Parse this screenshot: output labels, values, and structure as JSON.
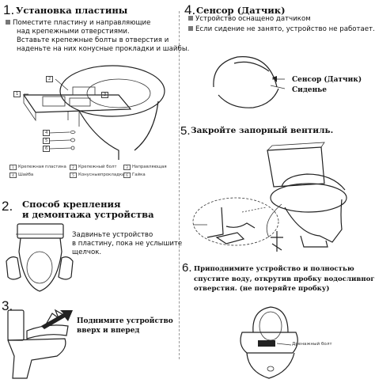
{
  "step1": {
    "number": "1.",
    "title": "Установка пластины",
    "text": [
      "Поместите пластину и направляющие",
      "над крепежными отверстиями.",
      "Вставьте крепежные болты в отверстия и",
      "наденьте на них конусные прокладки и шайбы."
    ],
    "callouts": [
      "1",
      "2",
      "3",
      "4",
      "5",
      "6"
    ],
    "legend": [
      {
        "num": "1",
        "label": "Крепежная пластина"
      },
      {
        "num": "2",
        "label": "Крепежный болт"
      },
      {
        "num": "3",
        "label": "Направляющая"
      },
      {
        "num": "4",
        "label": "Шайба"
      },
      {
        "num": "5",
        "label": "Конусныепрокладки"
      },
      {
        "num": "6",
        "label": "Гайка"
      }
    ]
  },
  "step2": {
    "number": "2.",
    "title": [
      "Способ крепления",
      "и демонтажа устройства"
    ],
    "text": [
      "Задвиньте устройство",
      "в пластину, пока не услышите",
      "щелчок."
    ]
  },
  "step3": {
    "number": "3.",
    "title": [
      "Поднимите устройство",
      "вверх и вперед"
    ]
  },
  "step4": {
    "number": "4.",
    "title": "Сенсор (Датчик)",
    "text": [
      "Устройство оснащено датчиком",
      "Если сидение не занято, устройство не работает."
    ],
    "labels": [
      "Сенсор (Датчик)",
      "Сиденье"
    ]
  },
  "step5": {
    "number": "5.",
    "title": "Закройте запорный вентиль."
  },
  "step6": {
    "number": "6.",
    "title": [
      "Приподнимите устройство и полностью",
      "спустите воду, открутив пробку водосливного",
      "отверстия. (не потеряйте пробку)"
    ],
    "drain_label": "Дренажный болт"
  }
}
